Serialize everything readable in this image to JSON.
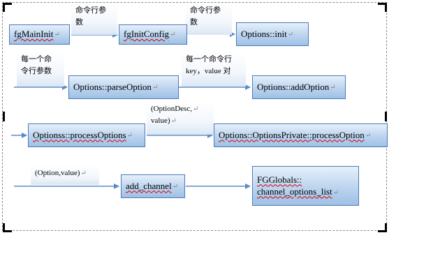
{
  "boxes": {
    "fgMainInit": "fgMainInit",
    "fgInitConfig": "fgInitConfig",
    "options_init": "Options::init",
    "parseOption": "Options::parseOption",
    "addOption": "Options::addOption",
    "processOptions": "Optionss::processOptions",
    "private_processOption": "Options::OptionsPrivate::processOption",
    "add_channel": "add_channel",
    "fgglobals_line1": "FGGlobals::",
    "fgglobals_line2": "channel_options_list"
  },
  "labels": {
    "a1_line1": "命令行参",
    "a1_line2": "数",
    "a2_line1": "命令行参",
    "a2_line2": "数",
    "a3_line1": "每一个命",
    "a3_line2": "令行参数",
    "a4_line1": "每一个命令行",
    "a4_line2": "key，value 对",
    "a5_line1": "(OptionDesc,",
    "a5_line2": "value)",
    "a6_line1": "(Option,value)"
  },
  "paragraph_mark": "↵",
  "colors": {
    "box_border": "#4a7ab8",
    "box_fill_top": "#e6f0fb",
    "box_fill_bottom": "#9fc0e6",
    "arrow": "#5b8bc9"
  }
}
